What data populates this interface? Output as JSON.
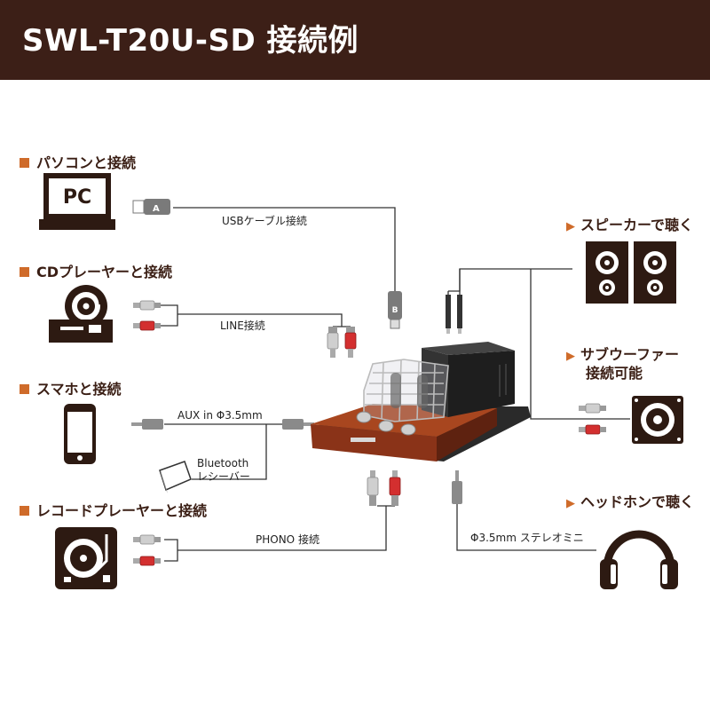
{
  "title": "SWL-T20U-SD 接続例",
  "sections": {
    "pc": "パソコンと接続",
    "cd": "CDプレーヤーと接続",
    "smartphone": "スマホと接続",
    "record": "レコードプレーヤーと接続",
    "speaker": "スピーカーで聴く",
    "subwoofer_line1": "サブウーファー",
    "subwoofer_line2": "接続可能",
    "headphone": "ヘッドホンで聴く"
  },
  "cable_labels": {
    "usb": "USBケーブル接続",
    "line": "LINE接続",
    "aux": "AUX  in Φ3.5mm",
    "bluetooth_line1": "Bluetooth",
    "bluetooth_line2": "レシーバー",
    "phono": "PHONO 接続",
    "stereo_mini": "Φ3.5mm ステレオミニ"
  },
  "device_text": {
    "pc_screen": "PC",
    "usb_a": "A",
    "usb_b": "B"
  },
  "colors": {
    "header_bg": "#3c1f17",
    "accent": "#cf6b2a",
    "icon": "#2d1a12",
    "wood": "#8a3318"
  }
}
